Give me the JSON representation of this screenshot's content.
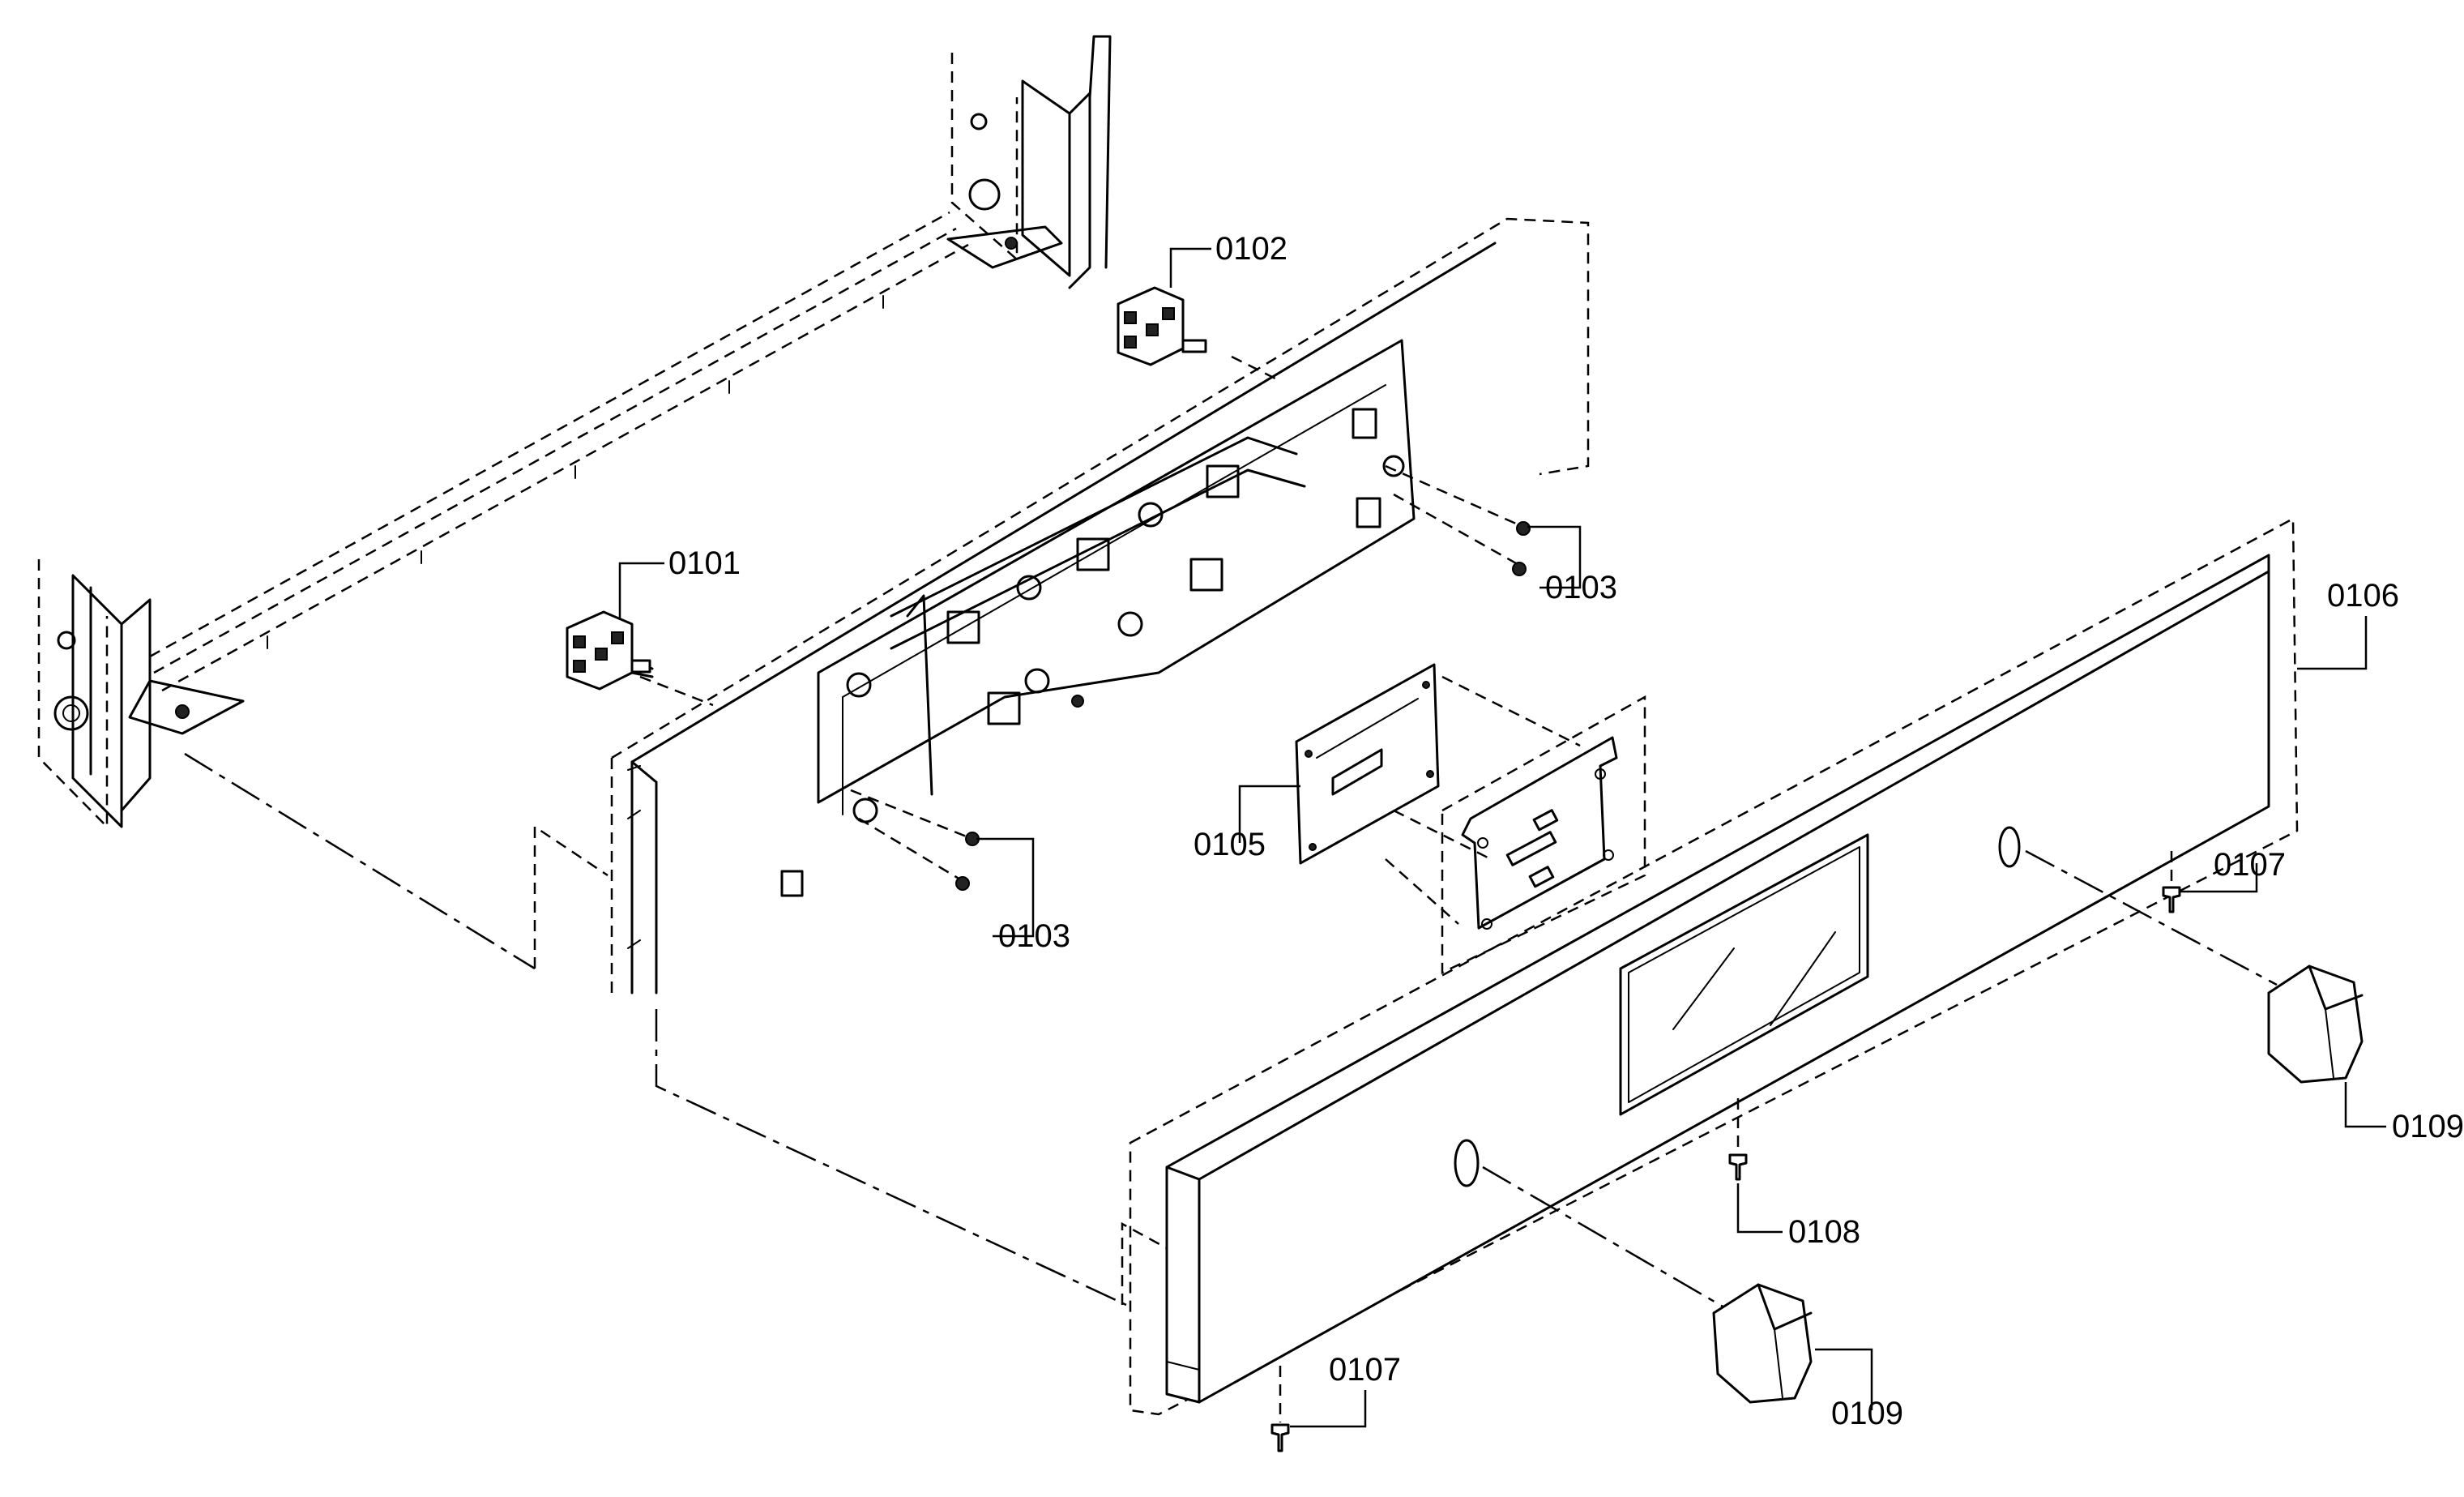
{
  "callouts": {
    "c0101": "0101",
    "c0102": "0102",
    "c0103a": "0103",
    "c0103b": "0103",
    "c0105": "0105",
    "c0106": "0106",
    "c0107a": "0107",
    "c0107b": "0107",
    "c0108": "0108",
    "c0109a": "0109",
    "c0109b": "0109"
  }
}
